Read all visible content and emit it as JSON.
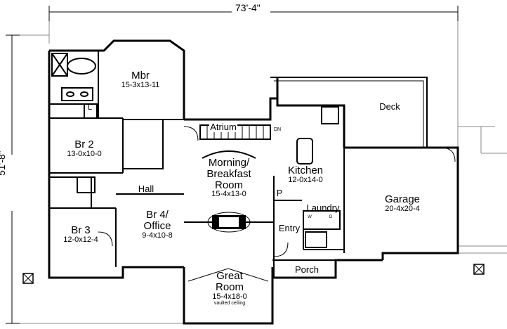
{
  "dimensions": {
    "width": "73'-4\"",
    "depth": "51'-8\""
  },
  "rooms": {
    "mbr": {
      "name": "Mbr",
      "size": "15-3x13-11"
    },
    "br2": {
      "name": "Br 2",
      "size": "13-0x10-0"
    },
    "br3": {
      "name": "Br 3",
      "size": "12-0x12-4"
    },
    "br4": {
      "name": "Br 4/",
      "name2": "Office",
      "size": "9-4x10-8"
    },
    "hall": {
      "name": "Hall"
    },
    "atrium": {
      "name": "Atrium",
      "dn": "DN"
    },
    "morning": {
      "name": "Morning/",
      "name2": "Breakfast",
      "name3": "Room",
      "size": "15-4x13-0"
    },
    "kitchen": {
      "name": "Kitchen",
      "size": "12-0x14-0"
    },
    "pantry": {
      "name": "P"
    },
    "laundry": {
      "name": "Laundry"
    },
    "entry": {
      "name": "Entry"
    },
    "porch": {
      "name": "Porch"
    },
    "deck": {
      "name": "Deck"
    },
    "garage": {
      "name": "Garage",
      "size": "20-4x20-4"
    },
    "great": {
      "name": "Great",
      "name2": "Room",
      "size": "15-4x18-0",
      "note": "vaulted ceiling"
    },
    "closet": {
      "name": "L"
    },
    "washer": {
      "w": "W",
      "d": "D"
    }
  }
}
